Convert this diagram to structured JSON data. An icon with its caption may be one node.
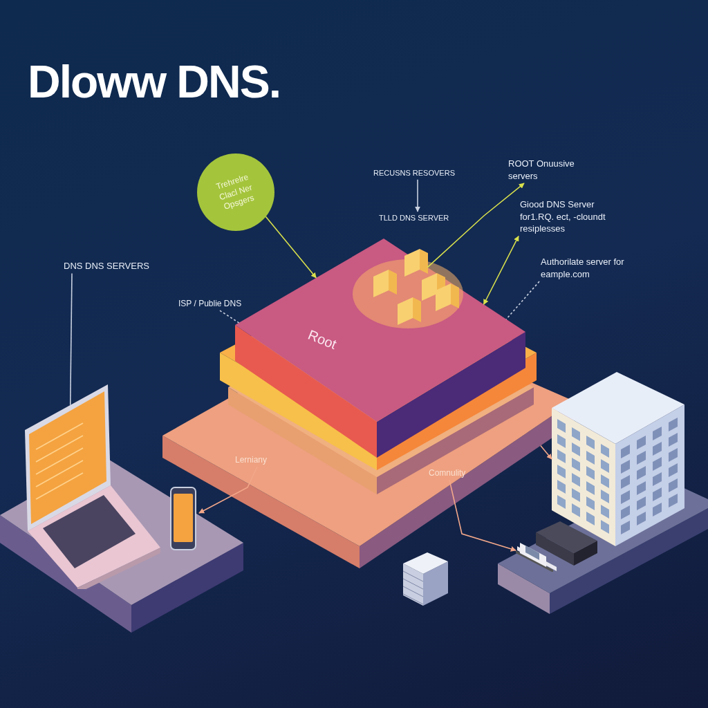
{
  "diagram": {
    "title": "Dloww DNS.",
    "nodes": [
      {
        "text": [
          "Trehrelre Clacl Ner Opsgers"
        ]
      },
      {
        "text": [
          "RECUSNS RESOVERS"
        ]
      },
      {
        "text": [
          "TLLD DNS SERVER"
        ]
      },
      {
        "text": [
          "ROOT Onuusive servers"
        ]
      },
      {
        "text": [
          "Giood DNS Server for1.RQ. ect, -cloundt resiplesses"
        ]
      },
      {
        "text": [
          "Authorilate server for eample.com"
        ]
      },
      {
        "text": [
          "DNS DNS SERVERS"
        ]
      },
      {
        "text": [
          "ISP / Publie DNS"
        ]
      },
      {
        "text": [
          "Root"
        ]
      },
      {
        "text": [
          "Lerniany"
        ],
        "in": 8
      },
      {
        "text": [
          "Comnulity"
        ],
        "in": 8
      },
      {
        "text": [],
        "shape": "picture"
      },
      {
        "text": [],
        "shape": "picture"
      },
      {
        "text": [],
        "shape": "picture"
      },
      {
        "text": [],
        "shape": "picture"
      }
    ],
    "edges": [
      {
        "from": 0,
        "to": 8,
        "arrow": "to",
        "color": "#d8e04c"
      },
      {
        "from": 8,
        "to": 3,
        "arrow": "to",
        "color": "#d8e04c"
      },
      {
        "from": 4,
        "to": 8,
        "arrow": "both",
        "color": "#d8e04c"
      },
      {
        "from": 1,
        "to": 2,
        "arrow": "to"
      },
      {
        "from": 5,
        "to": 8,
        "arrow": "none",
        "style": "dashed"
      },
      {
        "from": 7,
        "to": 8,
        "arrow": "none",
        "style": "dashed"
      },
      {
        "from": 6,
        "to": 11,
        "arrow": "none"
      },
      {
        "from": 9,
        "to": 12,
        "arrow": "to",
        "color": "#f3a88a"
      },
      {
        "from": 10,
        "to": 14,
        "arrow": "to",
        "color": "#f3a88a"
      },
      {
        "from": 8,
        "to": 13,
        "arrow": "to",
        "color": "#f3a88a"
      }
    ]
  }
}
